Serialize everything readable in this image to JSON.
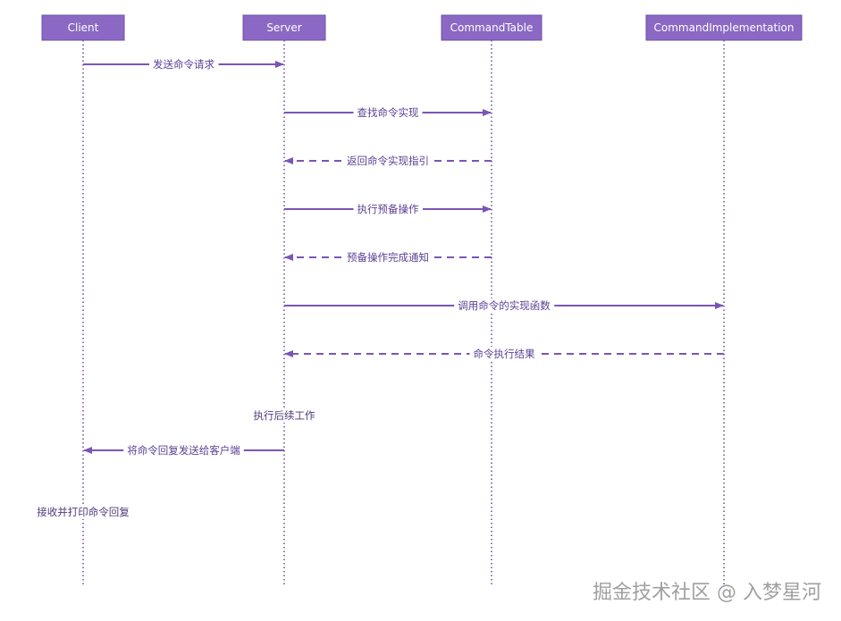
{
  "participants": [
    {
      "name": "Client"
    },
    {
      "name": "Server"
    },
    {
      "name": "CommandTable"
    },
    {
      "name": "CommandImplementation"
    }
  ],
  "messages": [
    {
      "from": 0,
      "to": 1,
      "label": "发送命令请求",
      "style": "solid"
    },
    {
      "from": 1,
      "to": 2,
      "label": "查找命令实现",
      "style": "solid"
    },
    {
      "from": 2,
      "to": 1,
      "label": "返回命令实现指引",
      "style": "dashed"
    },
    {
      "from": 1,
      "to": 2,
      "label": "执行预备操作",
      "style": "solid"
    },
    {
      "from": 2,
      "to": 1,
      "label": "预备操作完成通知",
      "style": "dashed"
    },
    {
      "from": 1,
      "to": 3,
      "label": "调用命令的实现函数",
      "style": "solid"
    },
    {
      "from": 3,
      "to": 1,
      "label": "命令执行结果",
      "style": "dashed"
    },
    {
      "self": 1,
      "label": "执行后续工作"
    },
    {
      "from": 1,
      "to": 0,
      "label": "将命令回复发送给客户端",
      "style": "solid"
    },
    {
      "self": 0,
      "label": "接收并打印命令回复"
    }
  ],
  "watermark": "掘金技术社区 @ 入梦星河",
  "colors": {
    "participant_fill": "#8a68c3",
    "arrow": "#7b55b5",
    "lifeline": "#6a4a9c"
  }
}
